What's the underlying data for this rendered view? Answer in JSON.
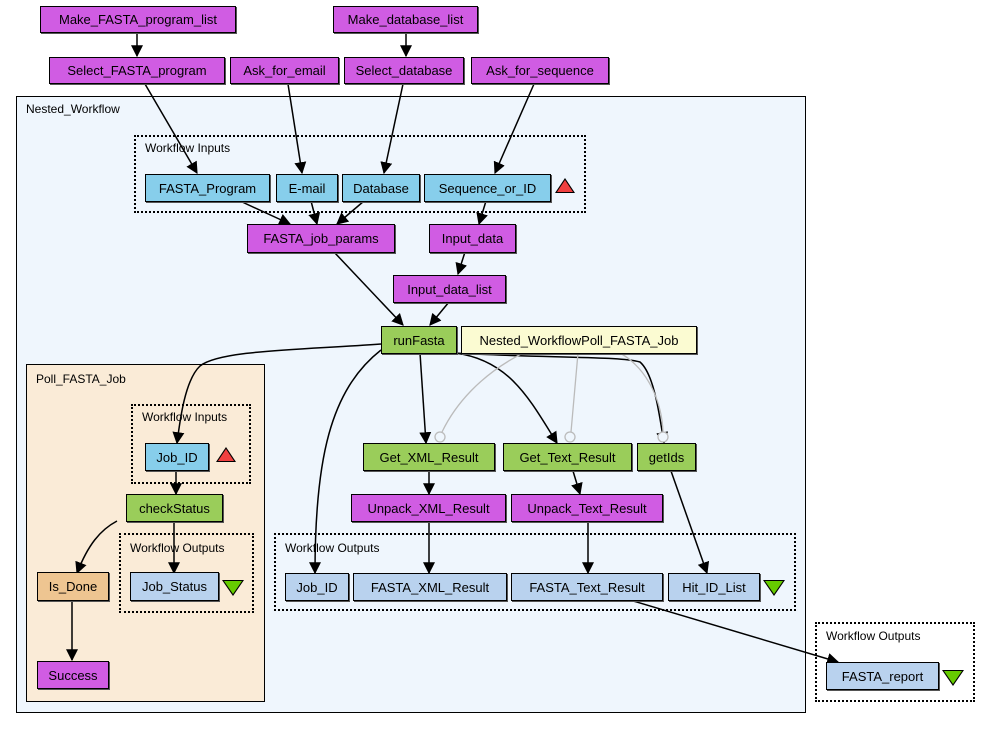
{
  "diagram": {
    "top_nodes": {
      "make_fasta_program_list": "Make_FASTA_program_list",
      "make_database_list": "Make_database_list",
      "select_fasta_program": "Select_FASTA_program",
      "ask_for_email": "Ask_for_email",
      "select_database": "Select_database",
      "ask_for_sequence": "Ask_for_sequence"
    },
    "nested_workflow": {
      "label": "Nested_Workflow",
      "inputs_label": "Workflow Inputs",
      "inputs": [
        "FASTA_Program",
        "E-mail",
        "Database",
        "Sequence_or_ID"
      ],
      "fasta_job_params": "FASTA_job_params",
      "input_data": "Input_data",
      "input_data_list": "Input_data_list",
      "run_fasta": "runFasta",
      "poll_ref": "Nested_WorkflowPoll_FASTA_Job",
      "get_xml_result": "Get_XML_Result",
      "get_text_result": "Get_Text_Result",
      "get_ids": "getIds",
      "unpack_xml_result": "Unpack_XML_Result",
      "unpack_text_result": "Unpack_Text_Result",
      "outputs_label": "Workflow Outputs",
      "outputs": [
        "Job_ID",
        "FASTA_XML_Result",
        "FASTA_Text_Result",
        "Hit_ID_List"
      ]
    },
    "poll_fasta_job": {
      "label": "Poll_FASTA_Job",
      "inputs_label": "Workflow Inputs",
      "job_id": "Job_ID",
      "check_status": "checkStatus",
      "outputs_label": "Workflow Outputs",
      "job_status": "Job_Status",
      "is_done": "Is_Done",
      "success": "Success"
    },
    "outer_outputs": {
      "label": "Workflow Outputs",
      "fasta_report": "FASTA_report"
    }
  }
}
